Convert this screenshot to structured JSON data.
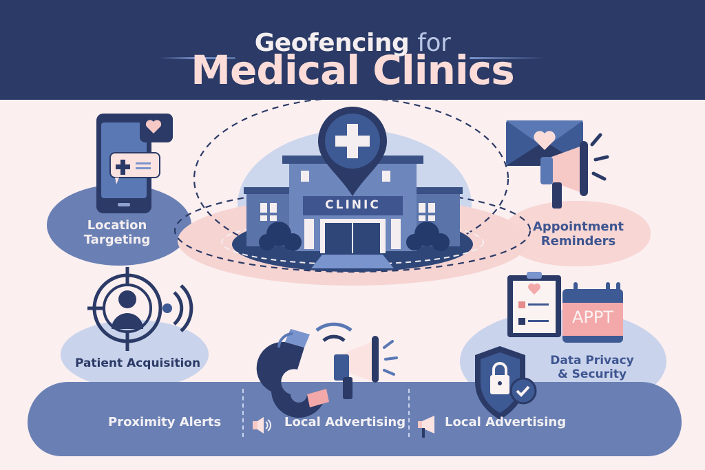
{
  "header": {
    "title_part1": "Geofencing",
    "title_part2": "for",
    "subtitle": "Medical Clinics"
  },
  "center": {
    "building_sign": "CLINIC",
    "pin_icon": "medical-cross-pin-icon"
  },
  "features": [
    {
      "label_line1": "Location",
      "label_line2": "Targeting",
      "icon": "smartphone-chat-icon"
    },
    {
      "label_line1": "Appointment",
      "label_line2": "Reminders",
      "icon": "envelope-megaphone-icon"
    },
    {
      "label": "Patient Acquisition",
      "icon": "target-person-icon"
    },
    {
      "label_line1": "Data Privacy",
      "label_line2": "& Security",
      "icon": "shield-lock-icon"
    }
  ],
  "calendar": {
    "text": "APPT"
  },
  "bottom_band": {
    "items": [
      {
        "label": "Proximity Alerts"
      },
      {
        "label": "Local Advertising",
        "icon": "speaker-icon"
      },
      {
        "label": "Local Advertising",
        "icon": "megaphone-icon"
      }
    ]
  },
  "colors": {
    "navy": "#2b3a66",
    "mid_blue": "#6a80b4",
    "light_blue": "#c9d3ec",
    "pink": "#f6c9c6",
    "background": "#fbeff0"
  }
}
